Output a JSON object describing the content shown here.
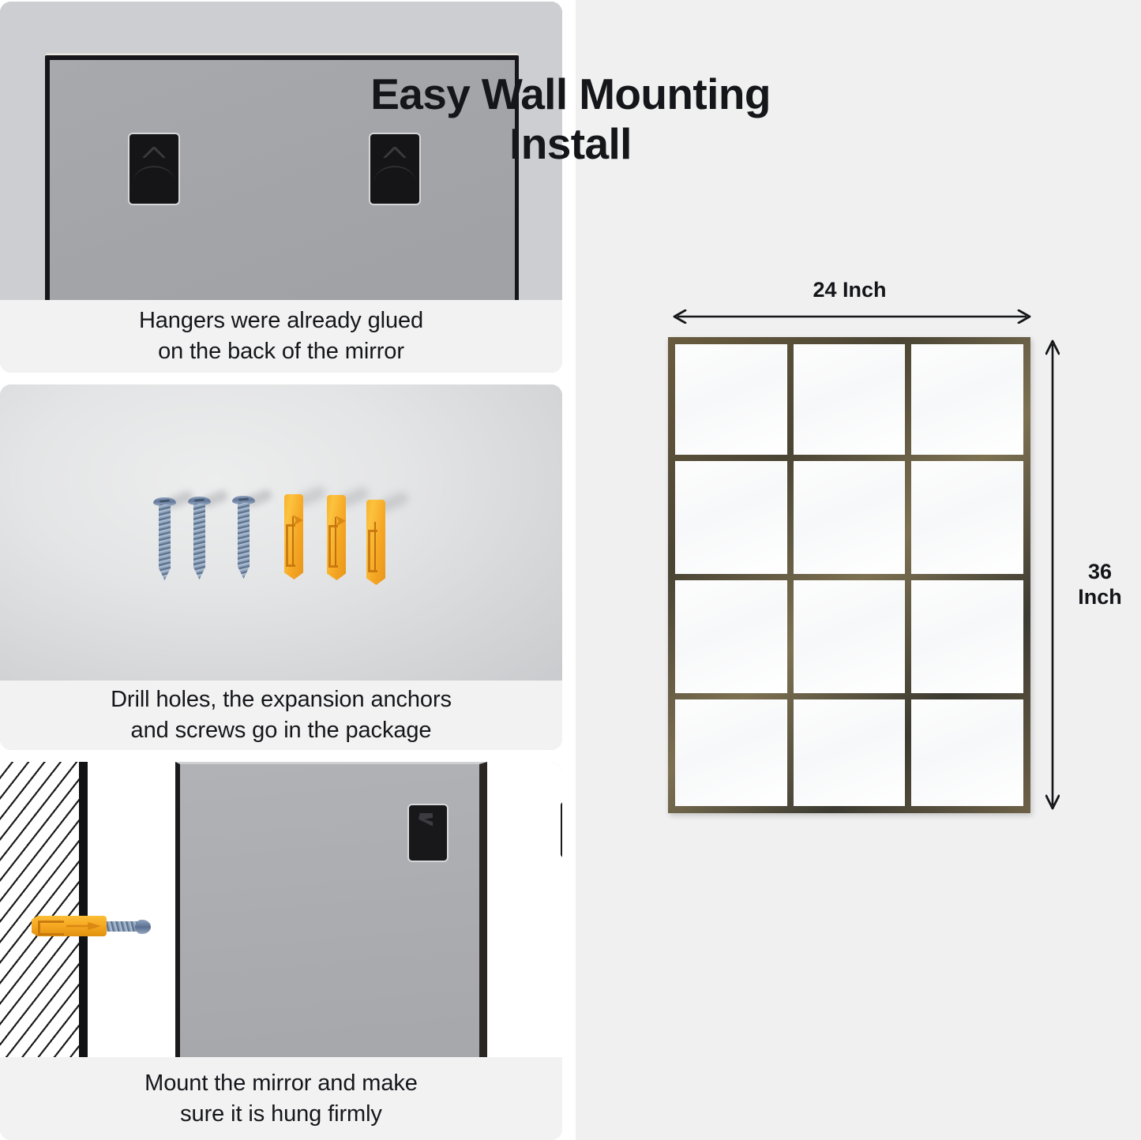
{
  "left_column": {
    "steps": [
      {
        "id": "step-hangers",
        "caption_line1": "Hangers were already glued",
        "caption_line2": "on the back of the mirror",
        "image_alt": "mirror-back-with-hangers"
      },
      {
        "id": "step-hardware",
        "caption_line1": "Drill holes, the expansion anchors",
        "caption_line2": "and screws go in the package",
        "image_alt": "screws-and-expansion-anchors"
      },
      {
        "id": "step-mount",
        "caption_line1": "Mount the mirror and make",
        "caption_line2": "sure it is hung firmly",
        "image_alt": "wall-cross-section-with-anchor-and-mirror"
      }
    ],
    "hardware": {
      "screw_count": 3,
      "anchor_count": 3,
      "screw_color": "#6f86a6",
      "anchor_color": "#f5a623"
    }
  },
  "right_panel": {
    "title_line1": "Easy Wall Mounting",
    "title_line2": "Install",
    "background_color": "#f0f0f0",
    "dimensions": {
      "width_label": "24 Inch",
      "height_label_line1": "36",
      "height_label_line2": "Inch"
    },
    "product": {
      "name": "windowpane-grid-mirror",
      "grid_columns": 3,
      "grid_rows": 4,
      "pane_count": 12,
      "frame_color": "#5b5340",
      "pane_color": "#fbfbfc"
    }
  }
}
